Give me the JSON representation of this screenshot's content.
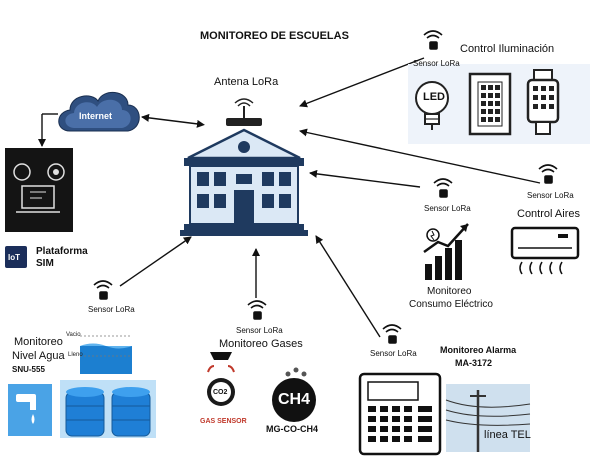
{
  "title": "MONITOREO DE ESCUELAS",
  "antenna": {
    "label": "Antena LoRa"
  },
  "cloud": {
    "label": "Internet"
  },
  "platform": {
    "label_line1": "Plataforma",
    "label_line2": "SIM",
    "iot_badge": "IoT"
  },
  "sensor_label": "Sensor LoRa",
  "lighting": {
    "label": "Control Iluminación",
    "led_text": "LED"
  },
  "air": {
    "label": "Control Aires"
  },
  "energy": {
    "label_line1": "Monitoreo",
    "label_line2": "Consumo Eléctrico"
  },
  "water": {
    "label_line1": "Monitoreo",
    "label_line2": "Nivel Agua",
    "model": "SNU-555",
    "tank_tag_top": "Vacio",
    "tank_tag_bottom": "Lleno"
  },
  "gas": {
    "label": "Monitoreo Gases",
    "co2": "CO2",
    "gas_sensor": "GAS SENSOR",
    "ch4": "CH4",
    "model": "MG-CO-CH4"
  },
  "alarm": {
    "label_line1": "Monitoreo  Alarma",
    "model": "MA-3172",
    "phone_line": "línea TEL"
  },
  "colors": {
    "building": "#1f3a5f",
    "building_light": "#dbe8f5",
    "arrow": "#111111",
    "cloud": "#2f4f80",
    "lighting_bg": "#eef3fa",
    "water_bg": "#1c7fd0"
  }
}
